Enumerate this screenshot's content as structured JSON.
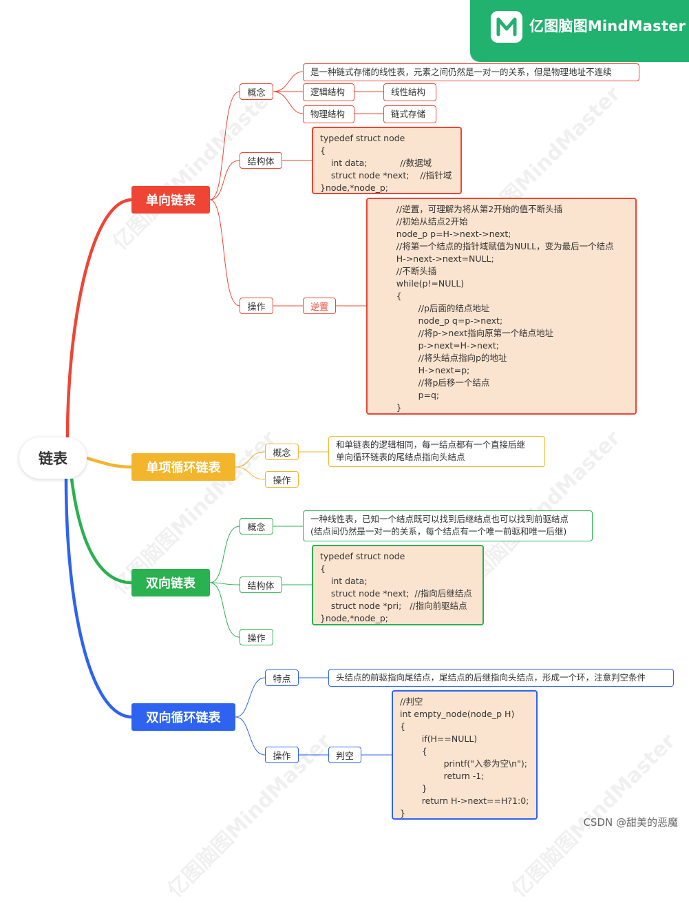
{
  "brand": {
    "name": "亿图脑图MindMaster",
    "color": "#21b26f"
  },
  "root": {
    "label": "链表"
  },
  "colors": {
    "red": "#ee4535",
    "yellow": "#f2b52c",
    "green": "#2ab150",
    "blue": "#2d63f0",
    "code_bg": "#fbe4cf"
  },
  "branches": {
    "singly": {
      "title": "单向链表",
      "concept": {
        "label": "概念",
        "desc": "是一种链式存储的线性表，元素之间仍然是一对一的关系，但是物理地址不连续",
        "logical": "逻辑结构",
        "logical_value": "线性结构",
        "physical": "物理结构",
        "physical_value": "链式存储"
      },
      "struct": {
        "label": "结构体",
        "code": "typedef struct node\n{\n    int data;            //数据域\n    struct node *next;    //指针域\n}node,*node_p;"
      },
      "ops": {
        "label": "操作",
        "reverse": "逆置",
        "code": "        //逆置，可理解为将从第2开始的值不断头插\n        //初始从结点2开始\n        node_p p=H->next->next;\n        //将第一个结点的指针域赋值为NULL，变为最后一个结点\n        H->next->next=NULL;\n        //不断头插\n        while(p!=NULL)\n        {\n                //p后面的结点地址\n                node_p q=p->next;\n                //将p->next指向原第一个结点地址\n                p->next=H->next;\n                //将头结点指向p的地址\n                H->next=p;\n                //将p后移一个结点\n                p=q;\n        }"
      }
    },
    "singly_circular": {
      "title": "单项循环链表",
      "concept": {
        "label": "概念",
        "desc_line1": "和单链表的逻辑相同，每一结点都有一个直接后继",
        "desc_line2": "单向循环链表的尾结点指向头结点"
      },
      "ops": {
        "label": "操作"
      }
    },
    "doubly": {
      "title": "双向链表",
      "concept": {
        "label": "概念",
        "desc_line1": "一种线性表，已知一个结点既可以找到后继结点也可以找到前驱结点",
        "desc_line2": "(结点间仍然是一对一的关系，每个结点有一个唯一前驱和唯一后继)"
      },
      "struct": {
        "label": "结构体",
        "code": "typedef struct node\n{\n    int data;\n    struct node *next;  //指向后继结点\n    struct node *pri;   //指向前驱结点\n}node,*node_p;"
      },
      "ops": {
        "label": "操作"
      }
    },
    "doubly_circular": {
      "title": "双向循环链表",
      "feature": {
        "label": "特点",
        "desc": "头结点的前驱指向尾结点，尾结点的后继指向头结点，形成一个环，注意判空条件"
      },
      "ops": {
        "label": "操作",
        "empty_check": "判空",
        "code": "//判空\nint empty_node(node_p H)\n{\n        if(H==NULL)\n        {\n                printf(\"入参为空\\n\");\n                return -1;\n        }\n        return H->next==H?1:0;\n}"
      }
    }
  },
  "footer": {
    "credit": "CSDN @甜美的恶魔"
  }
}
